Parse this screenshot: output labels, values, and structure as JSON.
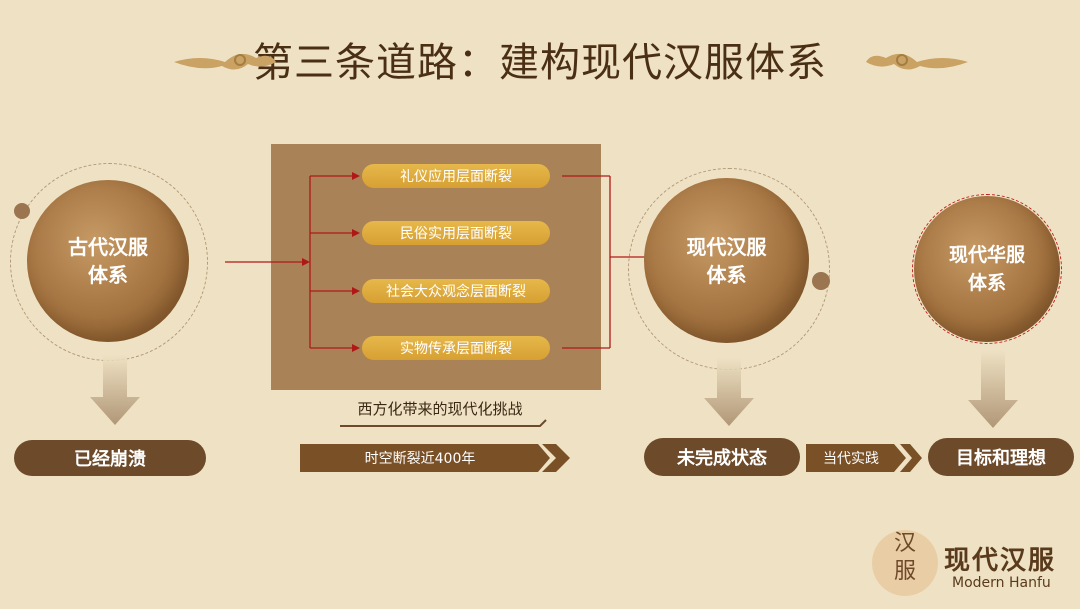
{
  "title": "第三条道路：建构现代汉服体系",
  "circles": {
    "ancient": "古代汉服\n体系",
    "modern": "现代汉服\n体系",
    "modern_hua": "现代华服\n体系"
  },
  "fractures": [
    "礼仪应用层面断裂",
    "民俗实用层面断裂",
    "社会大众观念层面断裂",
    "实物传承层面断裂"
  ],
  "challenge_label": "西方化带来的现代化挑战",
  "gap_label": "时空断裂近400年",
  "states": {
    "collapsed": "已经崩溃",
    "incomplete": "未完成状态",
    "goal": "目标和理想"
  },
  "practice_label": "当代实践",
  "logo": {
    "seal_line1": "汉",
    "seal_line2": "服",
    "name": "现代汉服",
    "english": "Modern Hanfu"
  },
  "colors": {
    "background": "#efe2c4",
    "brown": "#7a5026",
    "gold": "#d9a53a",
    "red_line": "#b01818"
  }
}
